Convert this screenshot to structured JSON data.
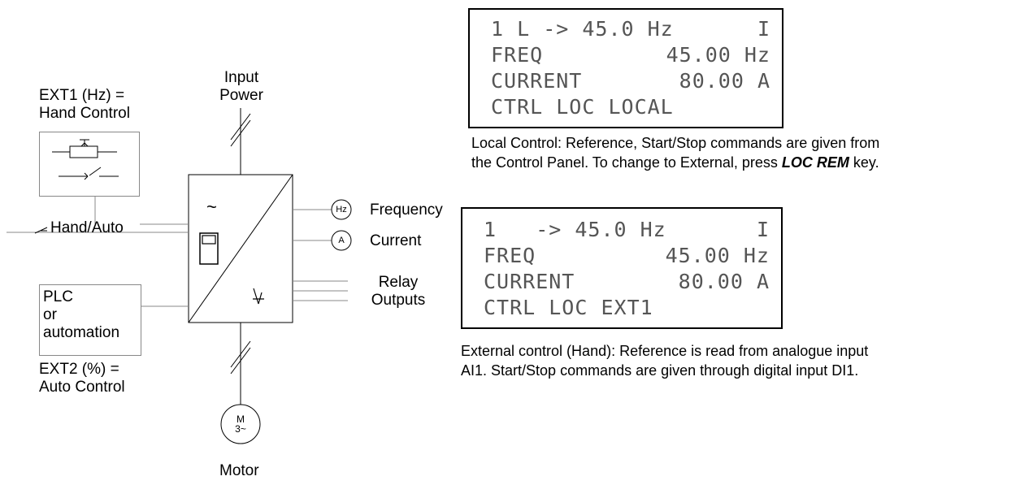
{
  "diagram": {
    "ext1": {
      "line1": "EXT1 (Hz) =",
      "line2": "Hand Control"
    },
    "input_power": {
      "line1": "Input",
      "line2": "Power"
    },
    "hand_auto": "Hand/Auto",
    "plc": {
      "line1": "PLC",
      "line2": "or",
      "line3": "automation"
    },
    "ext2": {
      "line1": "EXT2 (%) =",
      "line2": "Auto Control"
    },
    "frequency": {
      "meter": "Hz",
      "label": "Frequency"
    },
    "current": {
      "meter": "A",
      "label": "Current"
    },
    "relay": {
      "line1": "Relay",
      "line2": "Outputs"
    },
    "motor": {
      "symbol_line1": "M",
      "symbol_line2": "3~",
      "label": "Motor"
    }
  },
  "display_local": {
    "rows": [
      {
        "left": "1 L -> 45.0 Hz",
        "right": "I"
      },
      {
        "left": "FREQ",
        "right": "45.00 Hz"
      },
      {
        "left": "CURRENT",
        "right": "80.00 A"
      },
      {
        "left": "CTRL LOC LOCAL",
        "right": ""
      }
    ],
    "caption_line1": "Local Control: Reference, Start/Stop commands are given from",
    "caption_line2_prefix": "the Control Panel. To change to External, press ",
    "caption_line2_key": "LOC REM",
    "caption_line2_suffix": " key."
  },
  "display_external": {
    "rows": [
      {
        "left": "1   -> 45.0 Hz",
        "right": "I"
      },
      {
        "left": "FREQ",
        "right": "45.00 Hz"
      },
      {
        "left": "CURRENT",
        "right": "80.00 A"
      },
      {
        "left": "CTRL LOC EXT1",
        "right": ""
      }
    ],
    "caption_line1": "External control (Hand): Reference is read from analogue input",
    "caption_line2": "AI1. Start/Stop commands are given through digital input DI1."
  }
}
